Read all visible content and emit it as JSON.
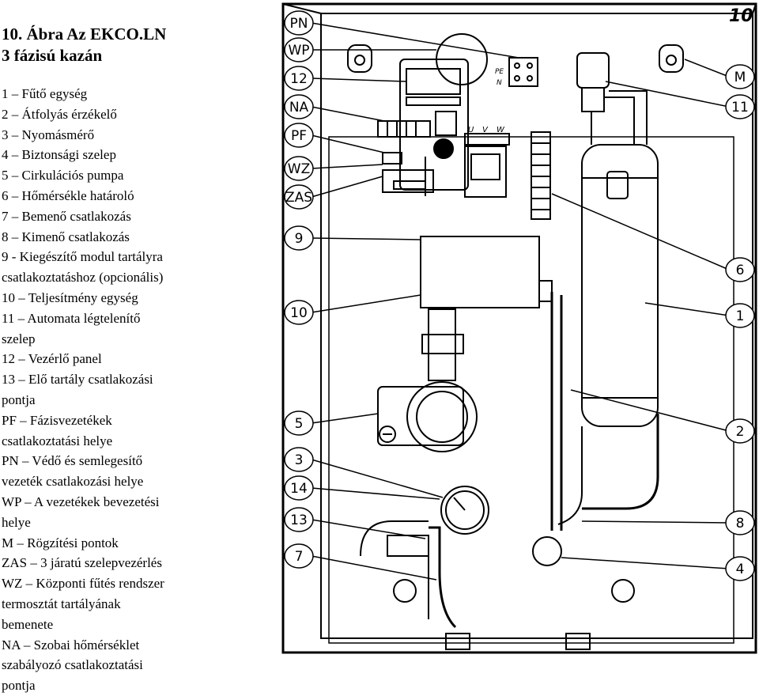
{
  "title_lines": [
    "10. Ábra Az EKCO.LN",
    "3 fázisú kazán"
  ],
  "legend": [
    "1 – Fűtő egység",
    "2 – Átfolyás érzékelő",
    "3 – Nyomásmérő",
    "4 – Biztonsági szelep",
    "5 – Cirkulációs pumpa",
    "6 – Hőmérsékle határoló",
    "7 – Bemenő csatlakozás",
    "8 – Kimenő csatlakozás",
    "9 - Kiegészítő modul tartályra",
    "csatlakoztatáshoz (opcionális)",
    "10 – Teljesítmény egység",
    "11 – Automata légtelenítő",
    "szelep",
    "12 – Vezérlő panel",
    "13 – Elő tartály csatlakozási",
    "pontja",
    "PF – Fázisvezetékek",
    "csatlakoztatási helye",
    "PN – Védő és semlegesítő",
    "vezeték csatlakozási helye",
    "WP – A vezetékek bevezetési",
    "helye",
    "M – Rögzítési pontok",
    "ZAS – 3 járatú szelepvezérlés",
    "WZ – Központi fűtés rendszer",
    "termosztát tartályának",
    "bemenete",
    "NA – Szobai hőmérséklet",
    "szabályozó csatlakoztatási",
    "pontja"
  ],
  "diagram": {
    "figure_number": "10",
    "terminal_labels": [
      "PE",
      "N"
    ],
    "phase_labels": [
      "U",
      "V",
      "W"
    ],
    "left_callouts": [
      "PN",
      "WP",
      "12",
      "NA",
      "PF",
      "WZ",
      "ZAS",
      "9",
      "10",
      "5",
      "3",
      "14",
      "13",
      "7"
    ],
    "right_callouts": [
      "M",
      "11",
      "6",
      "1",
      "2",
      "8",
      "4"
    ]
  }
}
